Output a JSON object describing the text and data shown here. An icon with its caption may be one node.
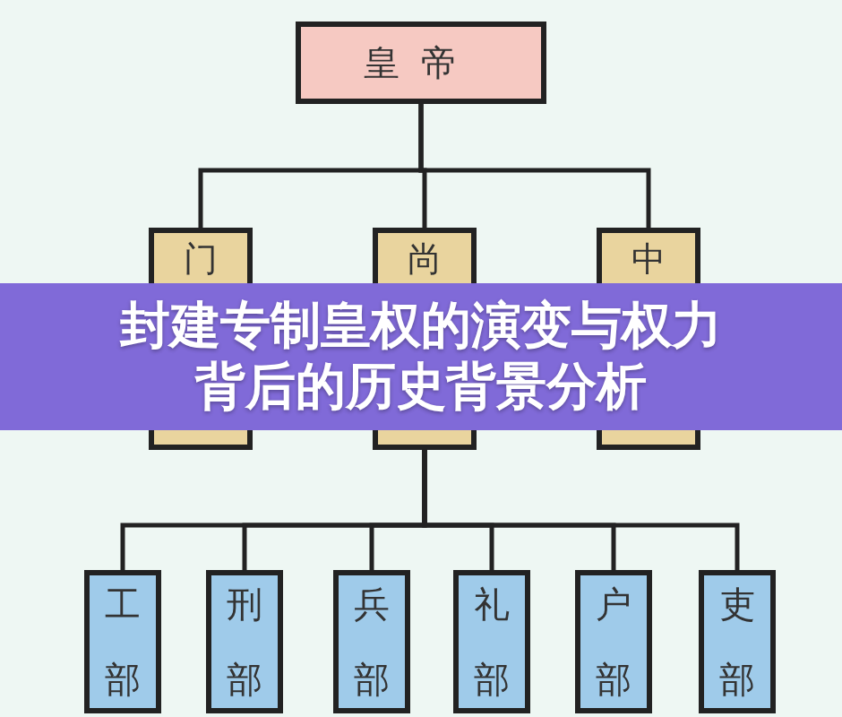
{
  "diagram": {
    "title": "封建专制皇权的演变与权力背后的历史背景分析",
    "nodes": [
      {
        "text": [
          "皇帝"
        ]
      },
      {
        "text": [
          "门"
        ]
      },
      {
        "text": [
          "尚"
        ]
      },
      {
        "text": [
          "中"
        ]
      },
      {
        "text": [
          "工部"
        ]
      },
      {
        "text": [
          "刑部"
        ]
      },
      {
        "text": [
          "兵部"
        ]
      },
      {
        "text": [
          "礼部"
        ]
      },
      {
        "text": [
          "户部"
        ]
      },
      {
        "text": [
          "吏部"
        ]
      }
    ],
    "edges": [
      {
        "from": 0,
        "to": 1,
        "arrow": "none"
      },
      {
        "from": 0,
        "to": 2,
        "arrow": "none"
      },
      {
        "from": 0,
        "to": 3,
        "arrow": "none"
      },
      {
        "from": 2,
        "to": 4,
        "arrow": "none"
      },
      {
        "from": 2,
        "to": 5,
        "arrow": "none"
      },
      {
        "from": 2,
        "to": 6,
        "arrow": "none"
      },
      {
        "from": 2,
        "to": 7,
        "arrow": "none"
      },
      {
        "from": 2,
        "to": 8,
        "arrow": "none"
      },
      {
        "from": 2,
        "to": 9,
        "arrow": "none"
      }
    ]
  }
}
